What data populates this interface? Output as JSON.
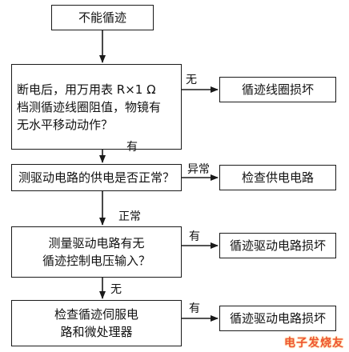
{
  "nodes": {
    "start": "不能循迹",
    "q1": [
      "断电后，用万用表 R×1 Ω",
      "档测循迹线圈阻值，物镜有",
      "无水平移动动作？"
    ],
    "r1": "循迹线圈损坏",
    "q2": "测驱动电路的供电是否正常？",
    "r2": "检查供电电路",
    "q3": [
      "测量驱动电路有无",
      "循迹控制电压输入？"
    ],
    "r3": "循迹驱动电路损坏",
    "q4": [
      "检查循迹伺服电",
      "路和微处理器"
    ],
    "r4": "循迹驱动电路损坏"
  },
  "edges": {
    "q1_right": "无",
    "q1_down": "有",
    "q2_right": "异常",
    "q2_down": "正常",
    "q3_right": "有",
    "q3_down": "无",
    "q4_right": "有"
  },
  "watermark": "电子发烧友"
}
